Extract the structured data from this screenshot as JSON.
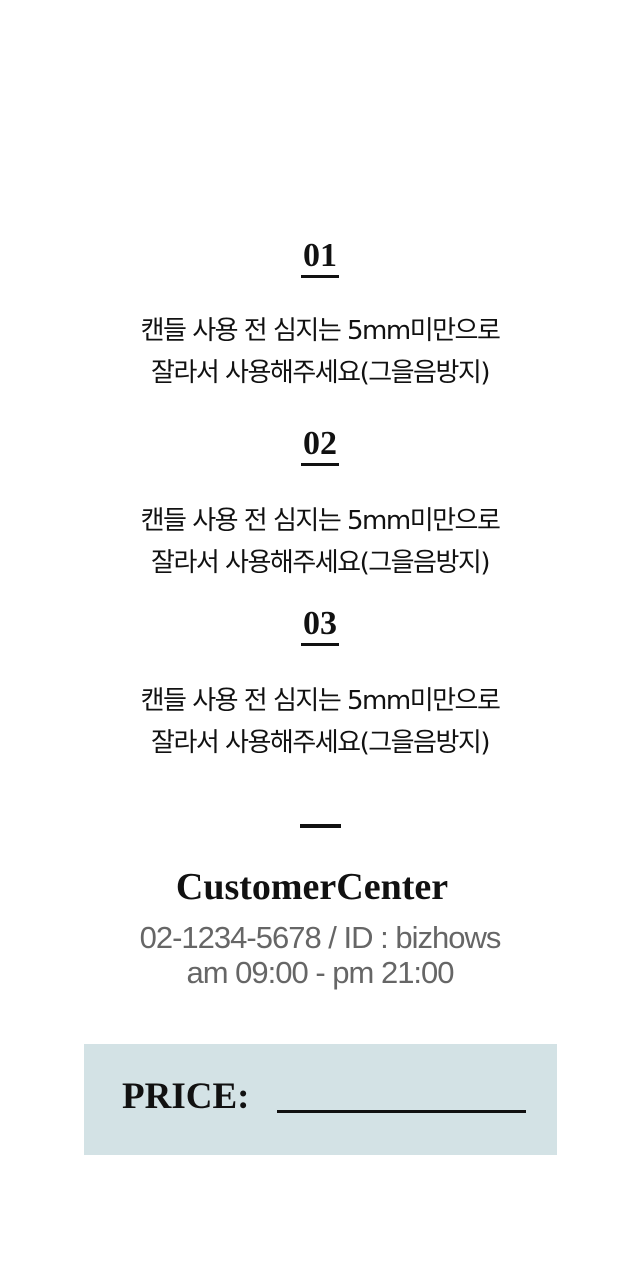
{
  "steps": [
    {
      "number": "01",
      "line1": "캔들 사용 전 심지는 5mm미만으로",
      "line2": "잘라서 사용해주세요(그을음방지)"
    },
    {
      "number": "02",
      "line1": "캔들 사용 전 심지는 5mm미만으로",
      "line2": "잘라서 사용해주세요(그을음방지)"
    },
    {
      "number": "03",
      "line1": "캔들 사용 전 심지는 5mm미만으로",
      "line2": "잘라서 사용해주세요(그을음방지)"
    }
  ],
  "customer_center": {
    "title": "CustomerCenter",
    "contact": "02-1234-5678 / ID : bizhows",
    "hours": "am 09:00 - pm 21:00"
  },
  "price": {
    "label": "PRICE:",
    "value": ""
  }
}
